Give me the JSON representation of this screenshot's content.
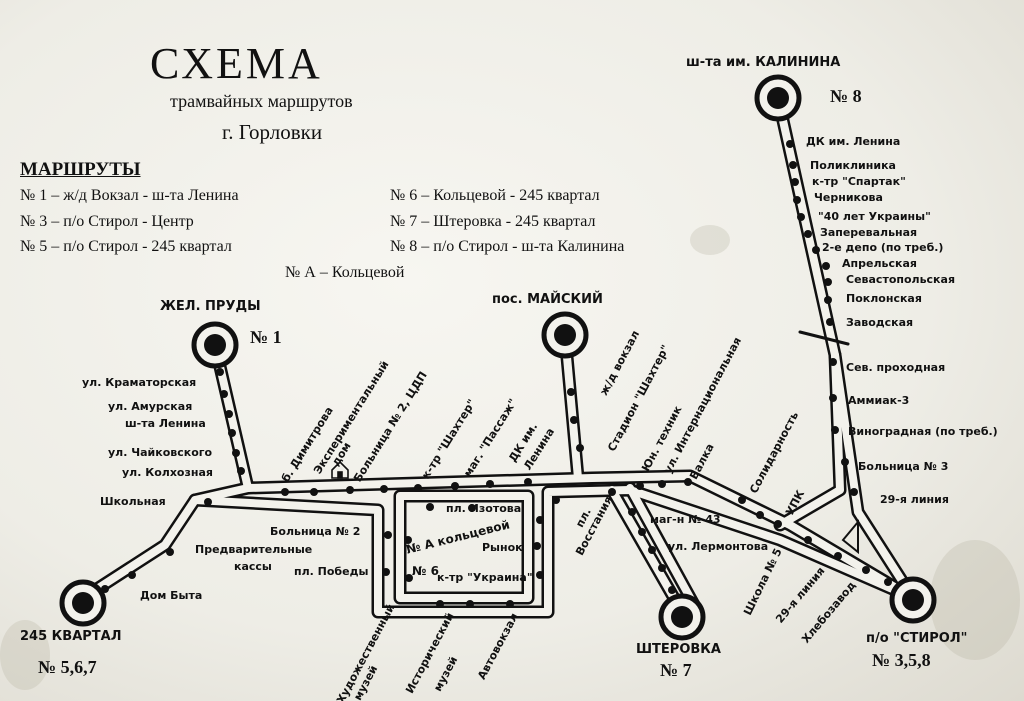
{
  "header": {
    "title": "СХЕМА",
    "subtitle": "трамвайных маршрутов",
    "city": "г. Горловки"
  },
  "routes": {
    "heading": "МАРШРУТЫ",
    "items": [
      "№ 1 – ж/д Вокзал - ш-та Ленина",
      "№ 3 – п/о Стирол - Центр",
      "№ 5 – п/о Стирол - 245 квартал",
      "№ 6 – Кольцевой - 245 квартал",
      "№ 7 – Штеровка - 245 квартал",
      "№ 8 – п/о Стирол - ш-та Калинина",
      "№ А – Кольцевой"
    ]
  },
  "terminals": {
    "zhel_prudy": {
      "name": "ЖЕЛ. ПРУДЫ",
      "routes": "№ 1"
    },
    "maysky": {
      "name": "пос. МАЙСКИЙ"
    },
    "kalinina": {
      "name": "ш-та им. КАЛИНИНА",
      "routes": "№ 8"
    },
    "kvartal245": {
      "name": "245 КВАРТАЛ",
      "routes": "№ 5,6,7"
    },
    "sterovka": {
      "name": "ШТЕРОВКА",
      "routes": "№ 7"
    },
    "stirol": {
      "name": "п/о \"СТИРОЛ\"",
      "routes": "№ 3,5,8"
    }
  },
  "ring": {
    "route_a": "№ А кольцевой",
    "route_6": "№ 6"
  },
  "stops": {
    "kramatorskaya": "ул. Краматорская",
    "amurskaya": "ул. Амурская",
    "shta_lenina": "ш-та Ленина",
    "chaykovskogo": "ул. Чайковского",
    "kolkhoznaya": "ул. Колхозная",
    "shkolnaya": "Школьная",
    "predvaritelnye": "Предварительные",
    "kassy": "кассы",
    "dom_byta": "Дом Быта",
    "dimitrova": "б. Димитрова",
    "eksperimentalny": "Экспериментальный",
    "dom": "дом",
    "bolnitsa2_tsdp": "Больница № 2, ЦДП",
    "kt_shakhter": "к-тр \"Шахтер\"",
    "mag_passazh": "маг. \"Пассаж\"",
    "dk_lenina_a": "ДК им.",
    "dk_lenina_b": "Ленина",
    "zhd_vokzal": "ж/д вокзал",
    "stadion_shakhter": "Стадион \"Шахтер\"",
    "bolnitsa2": "Больница № 2",
    "pl_pobedy": "пл. Победы",
    "pl_izotova": "пл. Изотова",
    "rynok": "Рынок",
    "kt_ukraina": "к-тр \"Украина\"",
    "pl_vosstaniya_a": "пл.",
    "pl_vosstaniya_b": "Восстания",
    "khud_muzey_a": "Художественный",
    "khud_muzey_b": "музей",
    "ist_muzey_a": "Исторический",
    "ist_muzey_b": "музей",
    "avtovokzal": "Автовокзал",
    "yun_tekhnik": "Юн. техник",
    "internatsionalnaya": "ул. Интернациональная",
    "balka": "Балка",
    "mag43": "маг-н № 43",
    "lermontova": "ул. Лермонтова",
    "solidarnost": "Солидарность",
    "upk": "УПК",
    "shkola5": "Школа № 5",
    "liniya29_diag": "29-я линия",
    "khlebozavod": "Хлебозавод",
    "dk_lenina_top": "ДК им. Ленина",
    "poliklinika": "Поликлиника",
    "kt_spartak": "к-тр \"Спартак\"",
    "chernikova": "Черникова",
    "let40": "\"40 лет Украины\"",
    "zaperevalnaya": "Заперевальная",
    "depo2": "2-е депо (по треб.)",
    "aprelskaya": "Апрельская",
    "sevastopolskaya": "Севастопольская",
    "poklonskaya": "Поклонская",
    "zavodskaya": "Заводская",
    "sev_prokhodnaya": "Сев. проходная",
    "ammiak3": "Аммиак-3",
    "vinogradnaya": "Виноградная (по треб.)",
    "bolnitsa3": "Больница № 3",
    "liniya29": "29-я линия"
  },
  "colors": {
    "ink": "#111111",
    "paper": "#f3f2ec"
  }
}
